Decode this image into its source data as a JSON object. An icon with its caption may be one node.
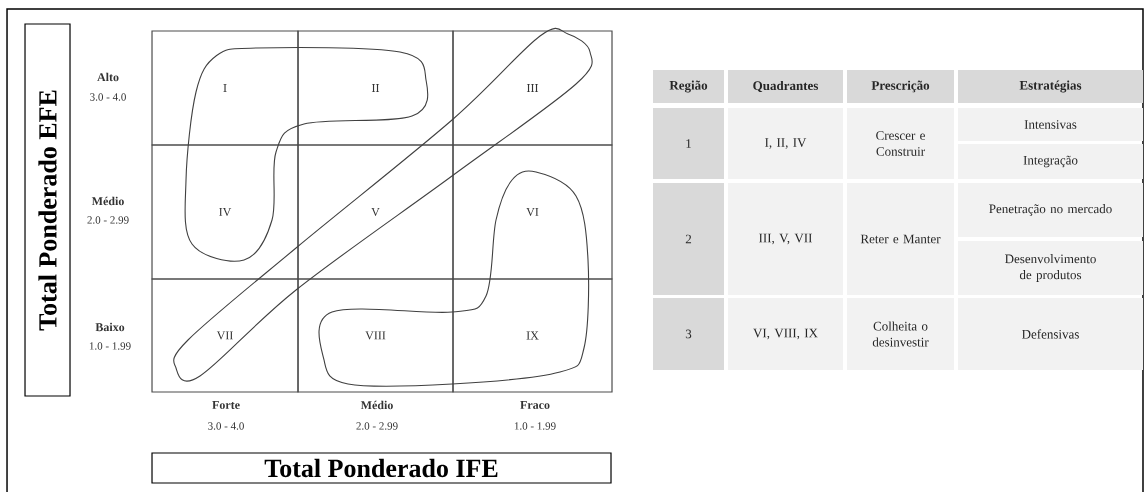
{
  "diagram": {
    "nodes": [
      {
        "text": [
          "Total Ponderado EFE"
        ]
      },
      {
        "text": [
          "I"
        ]
      },
      {
        "text": [
          "II"
        ]
      },
      {
        "text": [
          "III"
        ]
      },
      {
        "text": [
          "IV"
        ]
      },
      {
        "text": [
          "V"
        ]
      },
      {
        "text": [
          "VI"
        ]
      },
      {
        "text": [
          "VII"
        ]
      },
      {
        "text": [
          "VIII"
        ]
      },
      {
        "text": [
          "IX"
        ]
      },
      {
        "text": [
          "Total Ponderado IFE"
        ]
      }
    ],
    "labels": [
      "Alto",
      "3.0 - 4.0",
      "Médio",
      "2.0 - 2.99",
      "Baixo",
      "1.0 - 1.99",
      "Forte",
      "3.0 - 4.0",
      "Médio",
      "2.0 - 2.99",
      "Fraco",
      "1.0 - 1.99",
      "Região",
      "Quadrantes",
      "Prescrição",
      "Estratégias",
      "1",
      "I, II, IV",
      "Crescer e Construir",
      "Intensivas",
      "Integração",
      "2",
      "III, V, VII",
      "Reter e Manter",
      "Penetração no mercado",
      "Desenvolvimento de produtos",
      "3",
      "VI, VIII, IX",
      "Colheita o desinvestir",
      "Defensivas"
    ]
  }
}
